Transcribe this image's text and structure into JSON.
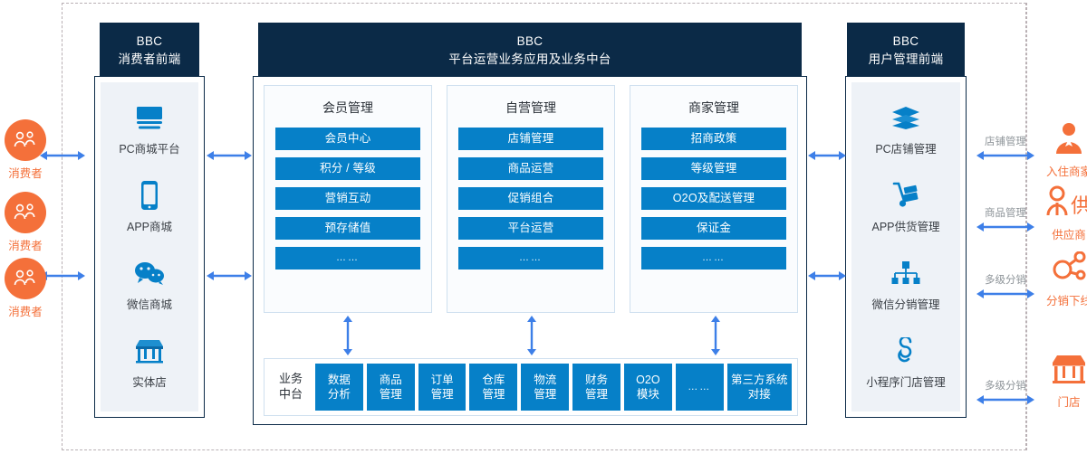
{
  "headers": {
    "left": {
      "line1": "BBC",
      "line2": "消费者前端"
    },
    "center": {
      "line1": "BBC",
      "line2": "平台运营业务应用及业务中台"
    },
    "right": {
      "line1": "BBC",
      "line2": "用户管理前端"
    }
  },
  "left_channels": [
    {
      "label": "PC商城平台",
      "icon": "monitor-icon"
    },
    {
      "label": "APP商城",
      "icon": "mobile-phone-icon"
    },
    {
      "label": "微信商城",
      "icon": "wechat-icon"
    },
    {
      "label": "实体店",
      "icon": "storefront-icon"
    }
  ],
  "right_channels": [
    {
      "label": "PC店铺管理",
      "icon": "layers-icon"
    },
    {
      "label": "APP供货管理",
      "icon": "hand-truck-icon"
    },
    {
      "label": "微信分销管理",
      "icon": "sitemap-icon"
    },
    {
      "label": "小程序门店管理",
      "icon": "mini-program-icon"
    }
  ],
  "subpanels": [
    {
      "title": "会员管理",
      "items": [
        "会员中心",
        "积分 / 等级",
        "营销互动",
        "预存储值",
        "……"
      ]
    },
    {
      "title": "自营管理",
      "items": [
        "店铺管理",
        "商品运营",
        "促销组合",
        "平台运营",
        "……"
      ]
    },
    {
      "title": "商家管理",
      "items": [
        "招商政策",
        "等级管理",
        "O2O及配送管理",
        "保证金",
        "……"
      ]
    }
  ],
  "middle_platform": {
    "label_line1": "业务",
    "label_line2": "中台",
    "modules": [
      {
        "line1": "数据",
        "line2": "分析"
      },
      {
        "line1": "商品",
        "line2": "管理"
      },
      {
        "line1": "订单",
        "line2": "管理"
      },
      {
        "line1": "仓库",
        "line2": "管理"
      },
      {
        "line1": "物流",
        "line2": "管理"
      },
      {
        "line1": "财务",
        "line2": "管理"
      },
      {
        "line1": "O2O",
        "line2": "模块"
      },
      {
        "line1": "……",
        "line2": ""
      },
      {
        "line1": "第三方系统",
        "line2": "对接"
      }
    ]
  },
  "left_actors": [
    {
      "label": "消费者",
      "icon": "users-group-icon"
    },
    {
      "label": "消费者",
      "icon": "users-group-icon"
    },
    {
      "label": "消费者",
      "icon": "users-group-icon"
    }
  ],
  "right_actors": [
    {
      "label": "入住商家",
      "icon": "merchant-person-icon",
      "connector": "店铺管理"
    },
    {
      "label": "供应商",
      "icon": "supplier-person-icon",
      "connector": "商品管理"
    },
    {
      "label": "分销下线",
      "icon": "share-network-icon",
      "connector": "多级分销"
    },
    {
      "label": "门店",
      "icon": "storefront-icon",
      "connector": "多级分销"
    }
  ],
  "colors": {
    "header_navy": "#0b2a47",
    "chip_blue": "#0680c8",
    "arrow_blue": "#3d7fe8",
    "actor_orange": "#f4703a",
    "panel_bg": "#eef2f7",
    "dashed_border": "#b9b0b4"
  }
}
